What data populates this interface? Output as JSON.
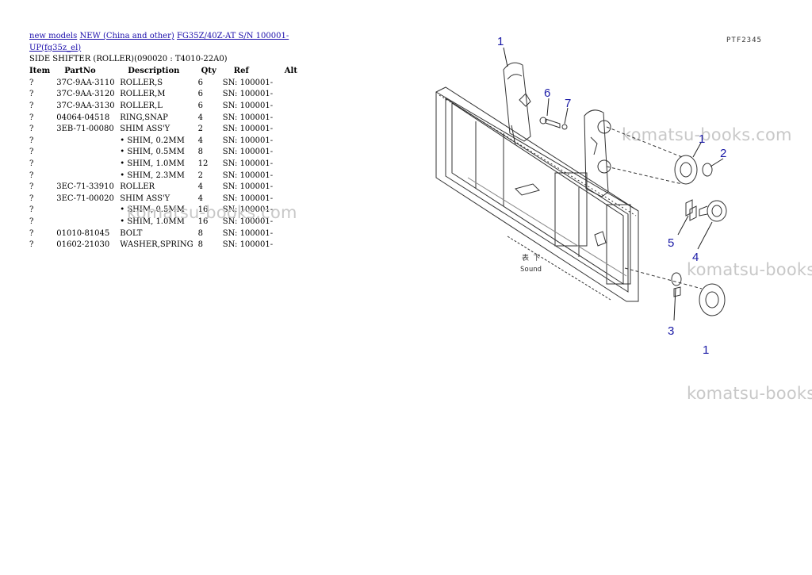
{
  "breadcrumb": {
    "link1": "new models",
    "link2": "NEW (China and other)",
    "link3": "FG35Z/40Z-AT S/N 100001-UP(fg35z_el)"
  },
  "section_title": "SIDE SHIFTER (ROLLER)(090020 : T4010-22A0)",
  "table": {
    "headers": [
      "Item",
      "PartNo",
      "Description",
      "Qty",
      "Ref",
      "Alt"
    ],
    "rows": [
      {
        "item": "?",
        "part": "37C-9AA-3110",
        "desc": "ROLLER,S",
        "qty": "6",
        "ref": "SN: 100001-"
      },
      {
        "item": "?",
        "part": "37C-9AA-3120",
        "desc": "ROLLER,M",
        "qty": "6",
        "ref": "SN: 100001-"
      },
      {
        "item": "?",
        "part": "37C-9AA-3130",
        "desc": "ROLLER,L",
        "qty": "6",
        "ref": "SN: 100001-"
      },
      {
        "item": "?",
        "part": "04064-04518",
        "desc": "RING,SNAP",
        "qty": "4",
        "ref": "SN: 100001-"
      },
      {
        "item": "?",
        "part": "3EB-71-00080",
        "desc": "SHIM ASS'Y",
        "qty": "2",
        "ref": "SN: 100001-"
      },
      {
        "item": "?",
        "part": "",
        "desc": "• SHIM, 0.2MM",
        "qty": "4",
        "ref": "SN: 100001-"
      },
      {
        "item": "?",
        "part": "",
        "desc": "• SHIM, 0.5MM",
        "qty": "8",
        "ref": "SN: 100001-"
      },
      {
        "item": "?",
        "part": "",
        "desc": "• SHIM, 1.0MM",
        "qty": "12",
        "ref": "SN: 100001-"
      },
      {
        "item": "?",
        "part": "",
        "desc": "• SHIM, 2.3MM",
        "qty": "2",
        "ref": "SN: 100001-"
      },
      {
        "item": "?",
        "part": "3EC-71-33910",
        "desc": "ROLLER",
        "qty": "4",
        "ref": "SN: 100001-"
      },
      {
        "item": "?",
        "part": "3EC-71-00020",
        "desc": "SHIM ASS'Y",
        "qty": "4",
        "ref": "SN: 100001-"
      },
      {
        "item": "?",
        "part": "",
        "desc": "• SHIM, 0.5MM",
        "qty": "16",
        "ref": "SN: 100001-"
      },
      {
        "item": "?",
        "part": "",
        "desc": "• SHIM, 1.0MM",
        "qty": "16",
        "ref": "SN: 100001-"
      },
      {
        "item": "?",
        "part": "01010-81045",
        "desc": "BOLT",
        "qty": "8",
        "ref": "SN: 100001-"
      },
      {
        "item": "?",
        "part": "01602-21030",
        "desc": "WASHER,SPRING",
        "qty": "8",
        "ref": "SN: 100001-"
      }
    ]
  },
  "watermarks": {
    "w1": "komatsu-books.com",
    "w2": "komatsu-books.com",
    "w3": "komatsu-books",
    "w4": "komatsu-books"
  },
  "diagram": {
    "code": "PTF2345",
    "callouts": [
      "1",
      "6",
      "7",
      "1",
      "2",
      "5",
      "4",
      "3",
      "1"
    ],
    "note_line1": "表 下",
    "note_line2": "Sound",
    "colors": {
      "callout": "#1a1aa6",
      "line": "#333333"
    }
  }
}
